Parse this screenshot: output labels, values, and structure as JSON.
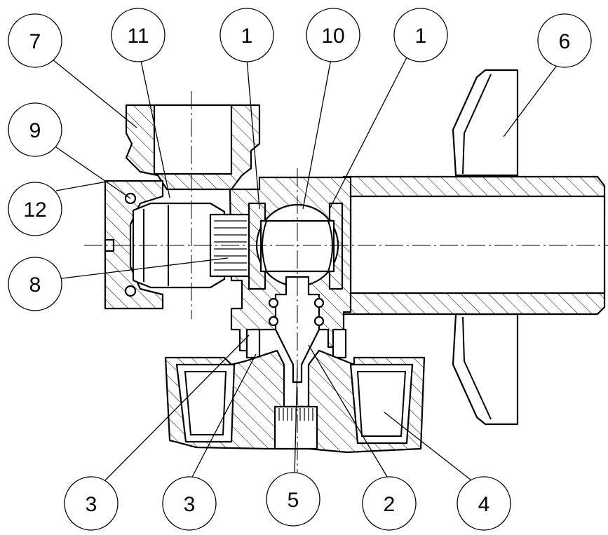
{
  "diagram": {
    "colors": {
      "ink": "#000000",
      "paper": "#ffffff"
    },
    "callouts": [
      {
        "id": "c7",
        "label": "7"
      },
      {
        "id": "c11",
        "label": "11"
      },
      {
        "id": "c1a",
        "label": "1"
      },
      {
        "id": "c10",
        "label": "10"
      },
      {
        "id": "c1b",
        "label": "1"
      },
      {
        "id": "c6",
        "label": "6"
      },
      {
        "id": "c9",
        "label": "9"
      },
      {
        "id": "c12",
        "label": "12"
      },
      {
        "id": "c8",
        "label": "8"
      },
      {
        "id": "c3a",
        "label": "3"
      },
      {
        "id": "c3b",
        "label": "3"
      },
      {
        "id": "c5",
        "label": "5"
      },
      {
        "id": "c2",
        "label": "2"
      },
      {
        "id": "c4",
        "label": "4"
      }
    ]
  }
}
